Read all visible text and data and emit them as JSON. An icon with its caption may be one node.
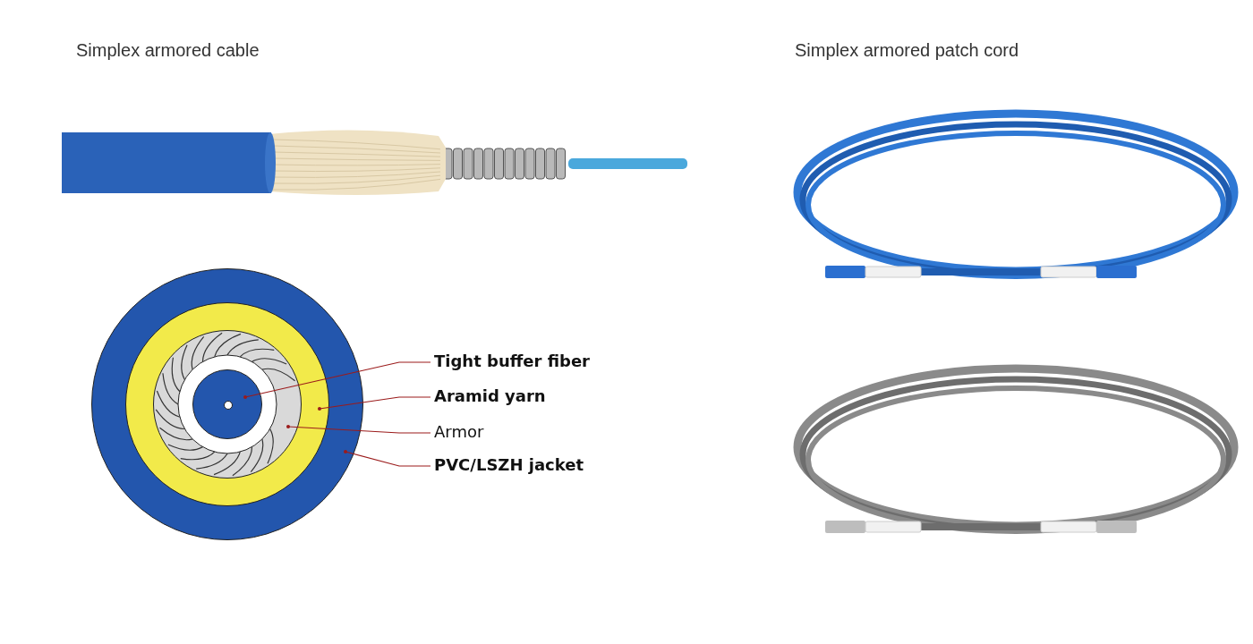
{
  "diagram": {
    "nodes": [
      {
        "text": [],
        "shape": "circle"
      },
      {
        "text": [],
        "shape": "circle",
        "in": 0
      },
      {
        "text": [],
        "shape": "circle",
        "in": 1
      },
      {
        "text": [],
        "shape": "circle",
        "in": 2
      },
      {
        "text": [
          "Tight buffer fiber"
        ]
      },
      {
        "text": [
          "Aramid yarn"
        ]
      },
      {
        "text": [
          "Armor"
        ]
      },
      {
        "text": [
          "PVC/LSZH jacket"
        ]
      }
    ],
    "edges": [
      {
        "from": 4,
        "to": 3,
        "arrow": "other"
      },
      {
        "from": 5,
        "to": 1,
        "arrow": "other"
      },
      {
        "from": 6,
        "to": 2,
        "arrow": "other"
      },
      {
        "from": 7,
        "to": 0,
        "arrow": "other"
      }
    ],
    "labels": [
      "Simplex armored cable",
      "Simplex armored patch cord"
    ]
  }
}
